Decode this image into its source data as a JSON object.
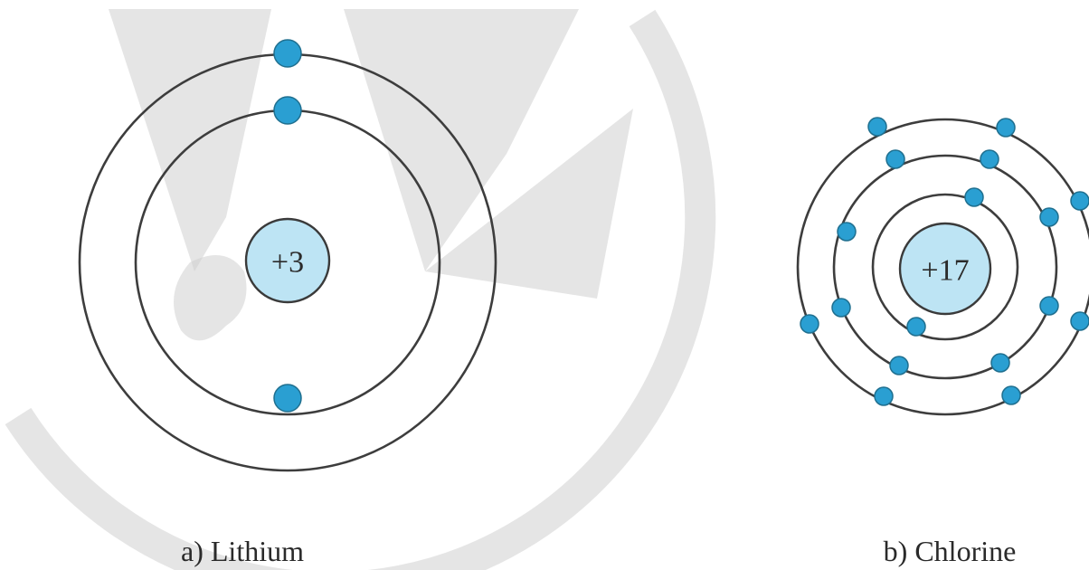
{
  "atoms": [
    {
      "id": "lithium",
      "caption": "a) Lithium",
      "nucleus_label": "+3",
      "electrons_per_shell": [
        2,
        1
      ]
    },
    {
      "id": "chlorine",
      "caption": "b) Chlorine",
      "nucleus_label": "+17",
      "electrons_per_shell": [
        2,
        8,
        7
      ]
    }
  ],
  "colors": {
    "electron": "#2a9fd2",
    "nucleus_fill": "#bde4f4",
    "orbit": "#3d3d3d",
    "watermark": "#cfcfcf"
  }
}
